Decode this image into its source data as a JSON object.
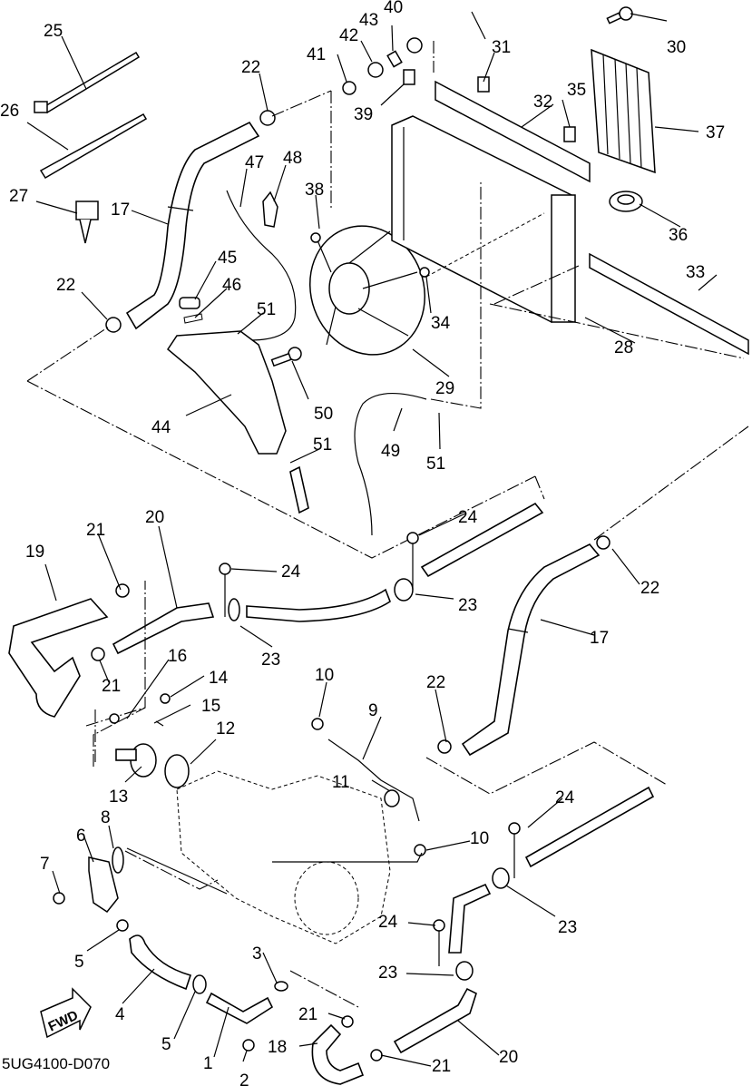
{
  "diagram": {
    "code": "5UG4100-D070",
    "fwd_label": "FWD",
    "labels": {
      "p1": "1",
      "p2": "2",
      "p3": "3",
      "p4": "4",
      "p5a": "5",
      "p5b": "5",
      "p6": "6",
      "p7": "7",
      "p8": "8",
      "p9": "9",
      "p10a": "10",
      "p10b": "10",
      "p11": "11",
      "p12": "12",
      "p13": "13",
      "p14": "14",
      "p15": "15",
      "p16": "16",
      "p17a": "17",
      "p17b": "17",
      "p18": "18",
      "p19": "19",
      "p20a": "20",
      "p20b": "20",
      "p21a": "21",
      "p21b": "21",
      "p21c": "21",
      "p21d": "21",
      "p22a": "22",
      "p22b": "22",
      "p22c": "22",
      "p22d": "22",
      "p23a": "23",
      "p23b": "23",
      "p23c": "23",
      "p23d": "23",
      "p24a": "24",
      "p24b": "24",
      "p24c": "24",
      "p24d": "24",
      "p25": "25",
      "p26": "26",
      "p27": "27",
      "p28": "28",
      "p29": "29",
      "p30": "30",
      "p31": "31",
      "p32": "32",
      "p33": "33",
      "p34": "34",
      "p35": "35",
      "p36": "36",
      "p37": "37",
      "p38": "38",
      "p39": "39",
      "p40": "40",
      "p41": "41",
      "p42": "42",
      "p43": "43",
      "p44": "44",
      "p45": "45",
      "p46": "46",
      "p47": "47",
      "p48": "48",
      "p49": "49",
      "p50": "50",
      "p51a": "51",
      "p51b": "51",
      "p51c": "51"
    }
  }
}
